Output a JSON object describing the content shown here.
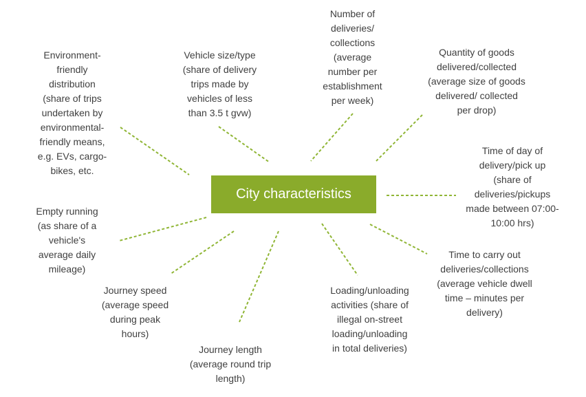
{
  "colors": {
    "hub_fill": "#8aab2b",
    "hub_text": "#ffffff",
    "connector": "#8fb534",
    "label_text": "#3f3f3f"
  },
  "center": {
    "label": "City characteristics"
  },
  "characteristics": [
    {
      "id": "environment",
      "text": "Environment-\nfriendly\ndistribution\n(share of trips\nundertaken by\nenvironmental-\nfriendly means,\ne.g. EVs, cargo-\nbikes, etc."
    },
    {
      "id": "vehicle-size",
      "text": "Vehicle size/type\n(share of delivery\ntrips made by\nvehicles of less\nthan 3.5 t gvw)"
    },
    {
      "id": "deliveries",
      "text": "Number of\ndeliveries/\ncollections\n(average\nnumber per\nestablishment\nper week)"
    },
    {
      "id": "goods-quantity",
      "text": "Quantity of goods\ndelivered/collected\n(average size of goods\ndelivered/ collected\nper drop)"
    },
    {
      "id": "time-of-day",
      "text": "Time of day of\ndelivery/pick up\n(share of\ndeliveries/pickups\nmade between 07:00-\n10:00 hrs)"
    },
    {
      "id": "dwell-time",
      "text": "Time to carry out\ndeliveries/collections\n(average vehicle dwell\ntime – minutes per\ndelivery)"
    },
    {
      "id": "loading",
      "text": "Loading/unloading\nactivities (share of\nillegal on-street\nloading/unloading\nin total deliveries)"
    },
    {
      "id": "journey-length",
      "text": "Journey length\n(average round trip\nlength)"
    },
    {
      "id": "journey-speed",
      "text": "Journey speed\n(average speed\nduring peak\nhours)"
    },
    {
      "id": "empty-running",
      "text": "Empty running\n(as share of a\nvehicle's\naverage daily\nmileage)"
    }
  ]
}
